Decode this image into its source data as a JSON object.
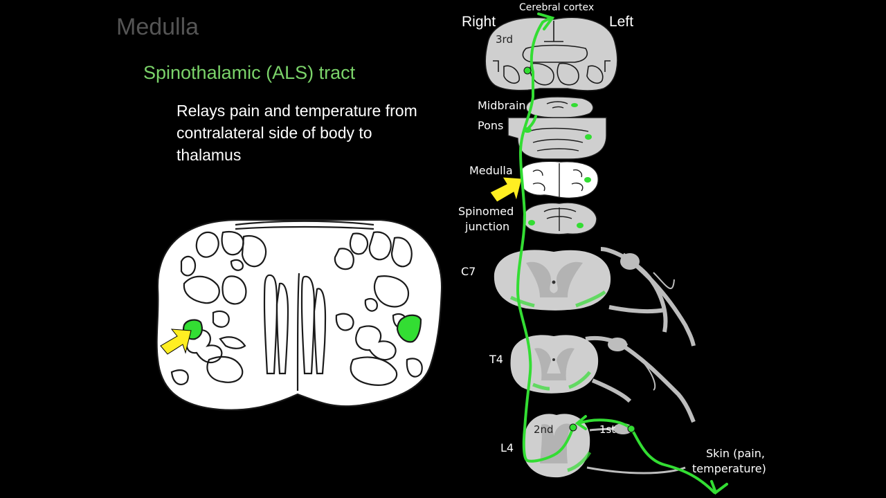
{
  "slide": {
    "title": "Medulla",
    "subtitle": "Spinothalamic (ALS) tract",
    "description": "Relays pain and temperature from contralateral side of body to thalamus"
  },
  "diagram": {
    "labels": {
      "cortex": "Cerebral cortex",
      "right": "Right",
      "left": "Left",
      "third_neuron": "3rd",
      "midbrain": "Midbrain",
      "pons": "Pons",
      "medulla": "Medulla",
      "spinomed_1": "Spinomed",
      "spinomed_2": "junction",
      "c7": "C7",
      "t4": "T4",
      "l4": "L4",
      "second_neuron": "2nd",
      "first_neuron": "1st",
      "skin_1": "Skin (pain,",
      "skin_2": "temperature)"
    },
    "colors": {
      "tract": "#33dd33",
      "arrow": "#ffee22",
      "tissue": "#cfcfcf",
      "outline": "#1a1a1a"
    }
  }
}
